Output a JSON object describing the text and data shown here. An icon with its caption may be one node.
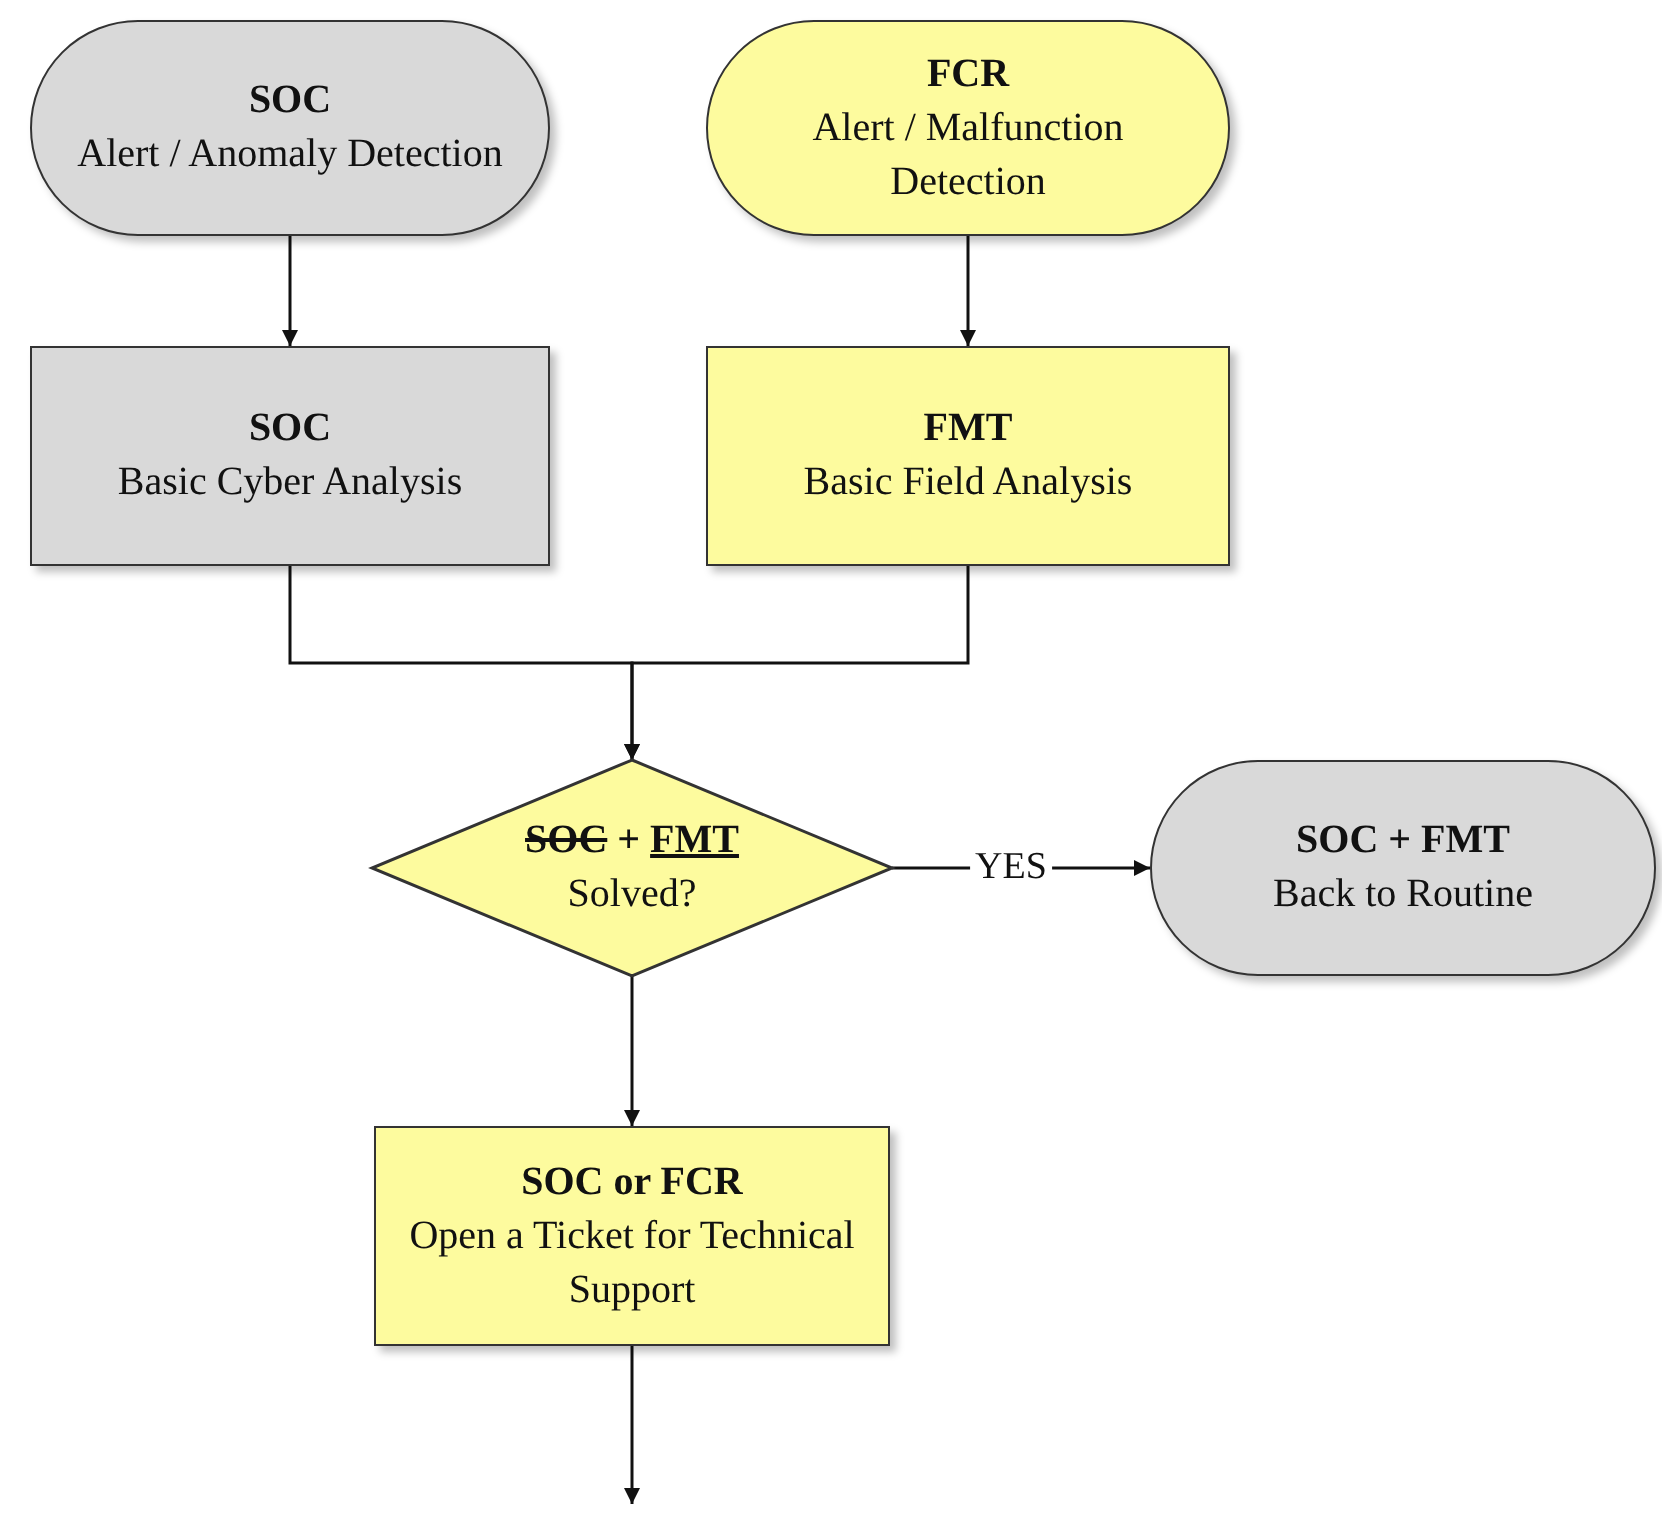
{
  "diagram": {
    "nodes": [
      {
        "text": [
          "SOC",
          "Alert / Anomaly Detection"
        ]
      },
      {
        "text": [
          "FCR",
          "Alert / Malfunction Detection"
        ]
      },
      {
        "text": [
          "SOC",
          "Basic Cyber Analysis"
        ]
      },
      {
        "text": [
          "FMT",
          "Basic Field Analysis"
        ]
      },
      {
        "text": [
          "SOC + FMT",
          "Solved?"
        ]
      },
      {
        "text": [
          "SOC + FMT",
          "Back to Routine"
        ]
      },
      {
        "text": [
          "SOC or FCR",
          "Open a Ticket for Technical Support"
        ]
      }
    ],
    "edges": [
      {
        "from": 0,
        "to": 2,
        "arrow": "to"
      },
      {
        "from": 1,
        "to": 3,
        "arrow": "to"
      },
      {
        "from": 2,
        "to": 4,
        "arrow": "to"
      },
      {
        "from": 3,
        "to": 4,
        "arrow": "to"
      },
      {
        "from": 4,
        "to": 5,
        "arrow": "to",
        "label": "YES"
      },
      {
        "from": 4,
        "to": 6,
        "arrow": "to"
      },
      {
        "from": 6,
        "to": null,
        "arrow": "to"
      }
    ]
  }
}
